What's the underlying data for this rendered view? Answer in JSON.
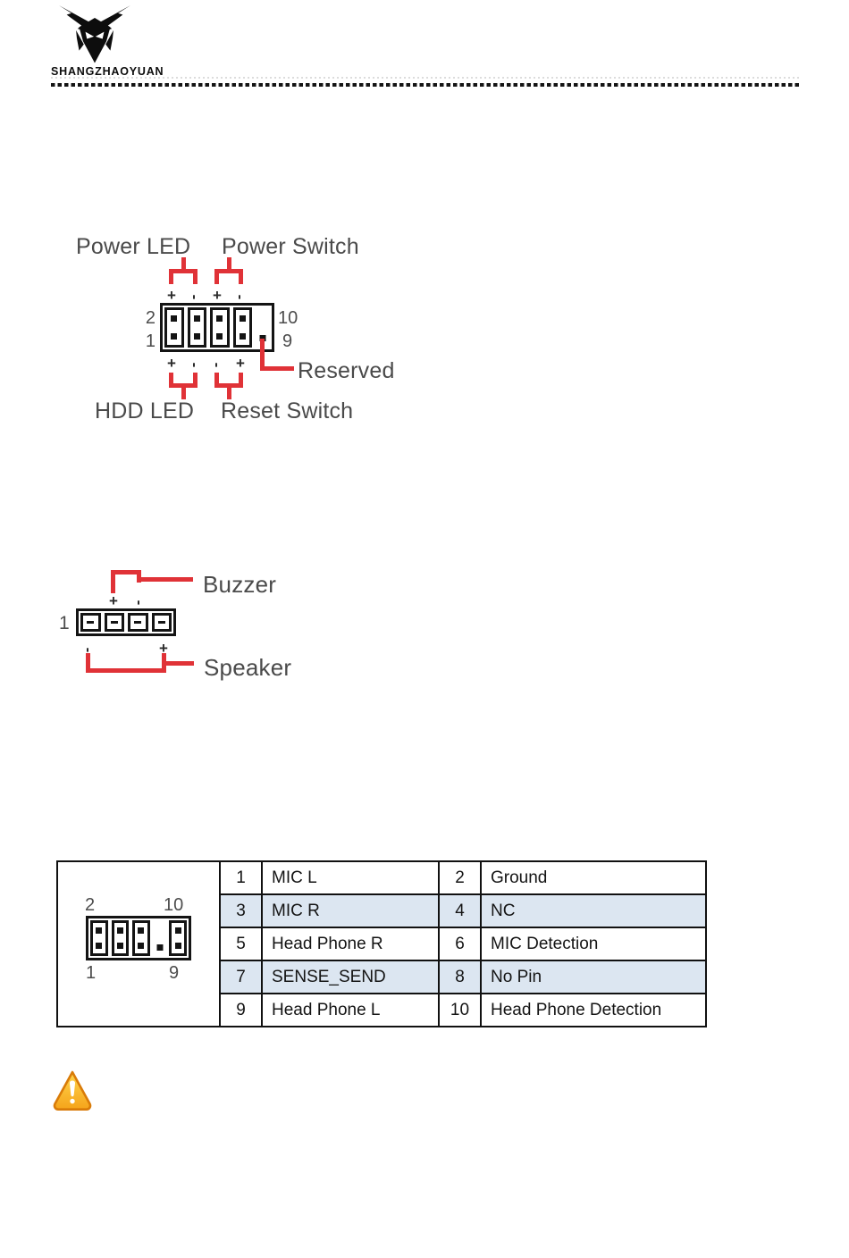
{
  "header": {
    "brand": "SHANGZHAOYUAN"
  },
  "front_panel": {
    "power_led": "Power LED",
    "power_switch": "Power Switch",
    "hdd_led": "HDD LED",
    "reset_switch": "Reset Switch",
    "reserved": "Reserved",
    "pins": {
      "top_left": "2",
      "bottom_left": "1",
      "top_right": "10",
      "bottom_right": "9"
    },
    "polarity_top": [
      "+",
      "-",
      "+",
      "-"
    ],
    "polarity_bottom": [
      "+",
      "-",
      "-",
      "+"
    ]
  },
  "buzzer_speaker": {
    "buzzer": "Buzzer",
    "speaker": "Speaker",
    "pin_left": "1",
    "polarity_top": [
      "+",
      "-"
    ],
    "polarity_bottom": [
      "-",
      "+"
    ]
  },
  "audio_table": {
    "header_pins": {
      "top_left": "2",
      "top_right": "10",
      "bottom_left": "1",
      "bottom_right": "9"
    },
    "rows": [
      {
        "pin": "1",
        "signal": "MIC L",
        "pin2": "2",
        "signal2": "Ground"
      },
      {
        "pin": "3",
        "signal": "MIC R",
        "pin2": "4",
        "signal2": "NC"
      },
      {
        "pin": "5",
        "signal": "Head Phone R",
        "pin2": "6",
        "signal2": "MIC Detection"
      },
      {
        "pin": "7",
        "signal": "SENSE_SEND",
        "pin2": "8",
        "signal2": "No Pin"
      },
      {
        "pin": "9",
        "signal": "Head Phone L",
        "pin2": "10",
        "signal2": "Head Phone Detection"
      }
    ]
  },
  "colors": {
    "accent_red": "#e03237",
    "label_gray": "#4a4a4a",
    "table_alt_row": "#dce6f1",
    "warning_fill_top": "#ffd54d",
    "warning_fill_bottom": "#f5a41a",
    "warning_border": "#d97b08"
  }
}
